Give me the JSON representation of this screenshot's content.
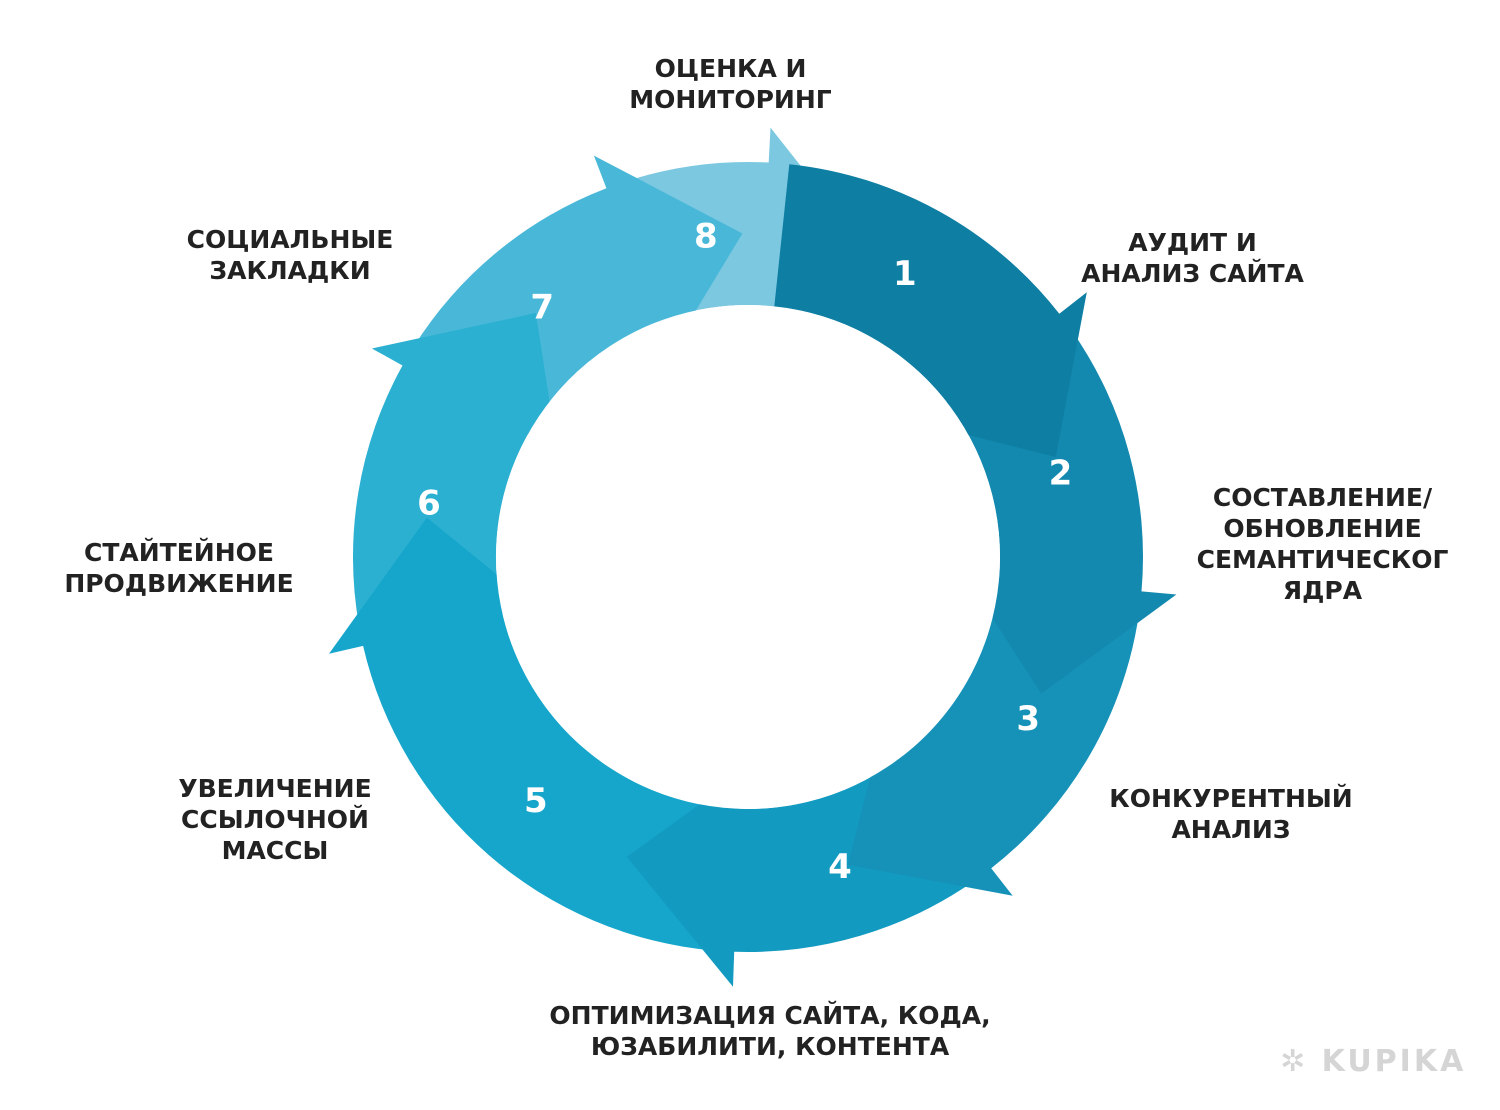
{
  "segments": [
    {
      "number": "1",
      "color": "#0e7ea3",
      "label": [
        "АУДИТ И",
        "АНАЛИЗ САЙТА"
      ]
    },
    {
      "number": "2",
      "color": "#1489b0",
      "label": [
        "СОСТАВЛЕНИЕ/",
        "ОБНОВЛЕНИЕ",
        "СЕМАНТИЧЕСКОГ",
        "ЯДРА"
      ]
    },
    {
      "number": "3",
      "color": "#1692b8",
      "label": [
        "КОНКУРЕНТНЫЙ",
        "АНАЛИЗ"
      ]
    },
    {
      "number": "4",
      "color": "#129ac1",
      "label": [
        "ОПТИМИЗАЦИЯ САЙТА, КОДА,",
        "ЮЗАБИЛИТИ, КОНТЕНТА"
      ]
    },
    {
      "number": "5",
      "color": "#16a6cb",
      "label": [
        "УВЕЛИЧЕНИЕ",
        "ССЫЛОЧНОЙ",
        "МАССЫ"
      ]
    },
    {
      "number": "6",
      "color": "#2cb0d1",
      "label": [
        "СТАЙТЕЙНОЕ",
        "ПРОДВИЖЕНИЕ"
      ]
    },
    {
      "number": "7",
      "color": "#49b8d8",
      "label": [
        "СОЦИАЛЬНЫЕ",
        "ЗАКЛАДКИ"
      ]
    },
    {
      "number": "8",
      "color": "#7cc8e0",
      "label": [
        "ОЦЕНКА И",
        "МОНИТОРИНГ"
      ]
    }
  ],
  "watermark": {
    "text": "KUPIKA",
    "icon": "kupika-logo-icon"
  }
}
